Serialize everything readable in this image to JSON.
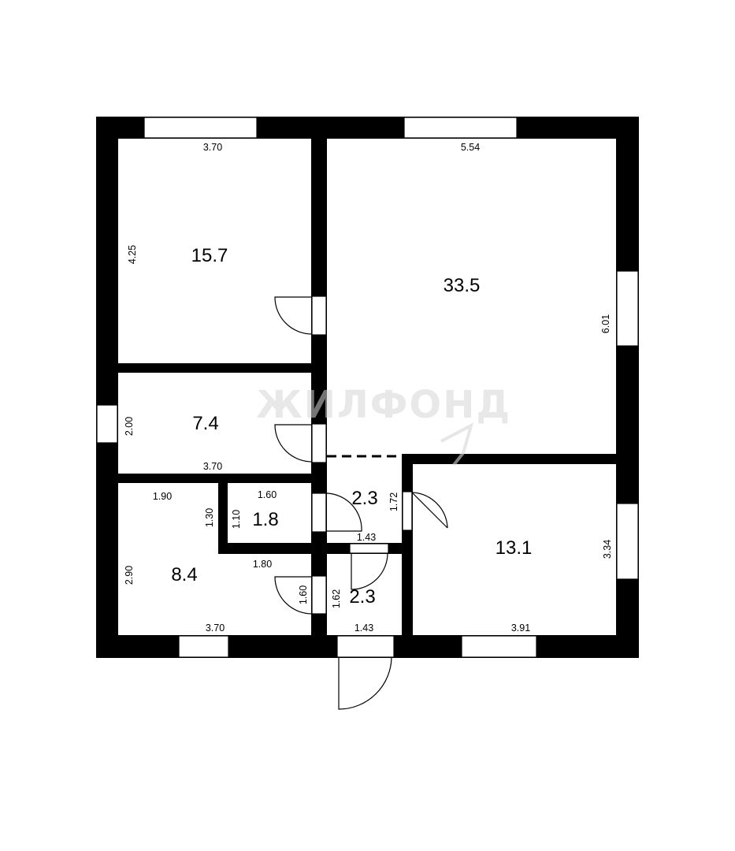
{
  "watermark": "ЖИЛФОНД",
  "rooms": [
    {
      "id": "room-1",
      "area": "15.7"
    },
    {
      "id": "room-2",
      "area": "33.5"
    },
    {
      "id": "room-3",
      "area": "7.4"
    },
    {
      "id": "room-4",
      "area": "2.3"
    },
    {
      "id": "room-5",
      "area": "13.1"
    },
    {
      "id": "room-6",
      "area": "8.4"
    },
    {
      "id": "room-7",
      "area": "1.8"
    },
    {
      "id": "room-8",
      "area": "2.3"
    }
  ],
  "dimensions": [
    "3.70",
    "4.25",
    "5.54",
    "6.01",
    "2.00",
    "3.70",
    "1.90",
    "1.30",
    "1.60",
    "1.10",
    "1.72",
    "1.43",
    "3.34",
    "2.90",
    "1.80",
    "1.62",
    "1.60",
    "3.70",
    "1.43",
    "3.91"
  ]
}
